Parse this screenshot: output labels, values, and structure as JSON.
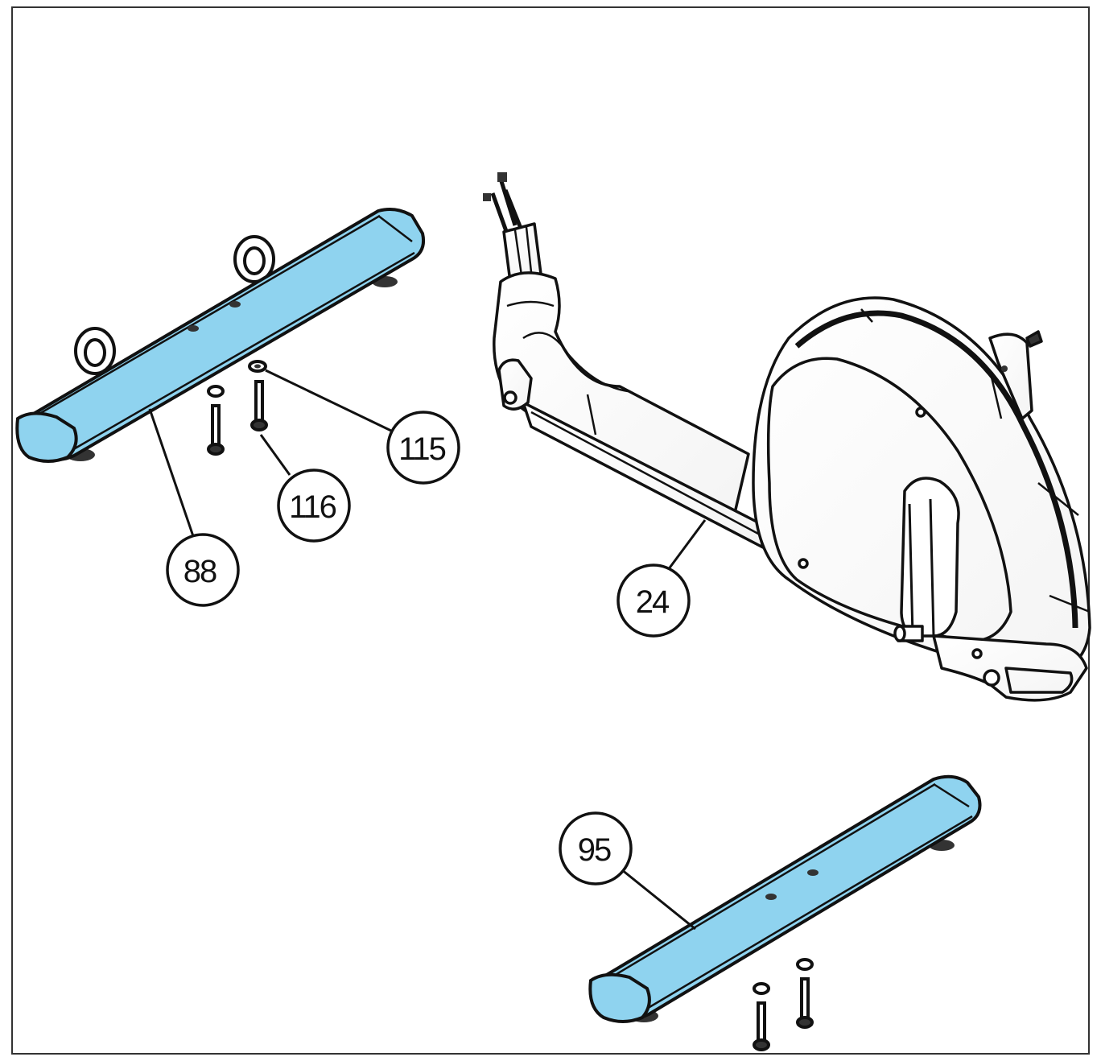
{
  "diagram": {
    "part_fill_color": "#8fd3ef",
    "outline_color": "#111111",
    "callouts": {
      "c88": "88",
      "c95": "95",
      "c24": "24",
      "c115": "115",
      "c116": "116"
    }
  }
}
